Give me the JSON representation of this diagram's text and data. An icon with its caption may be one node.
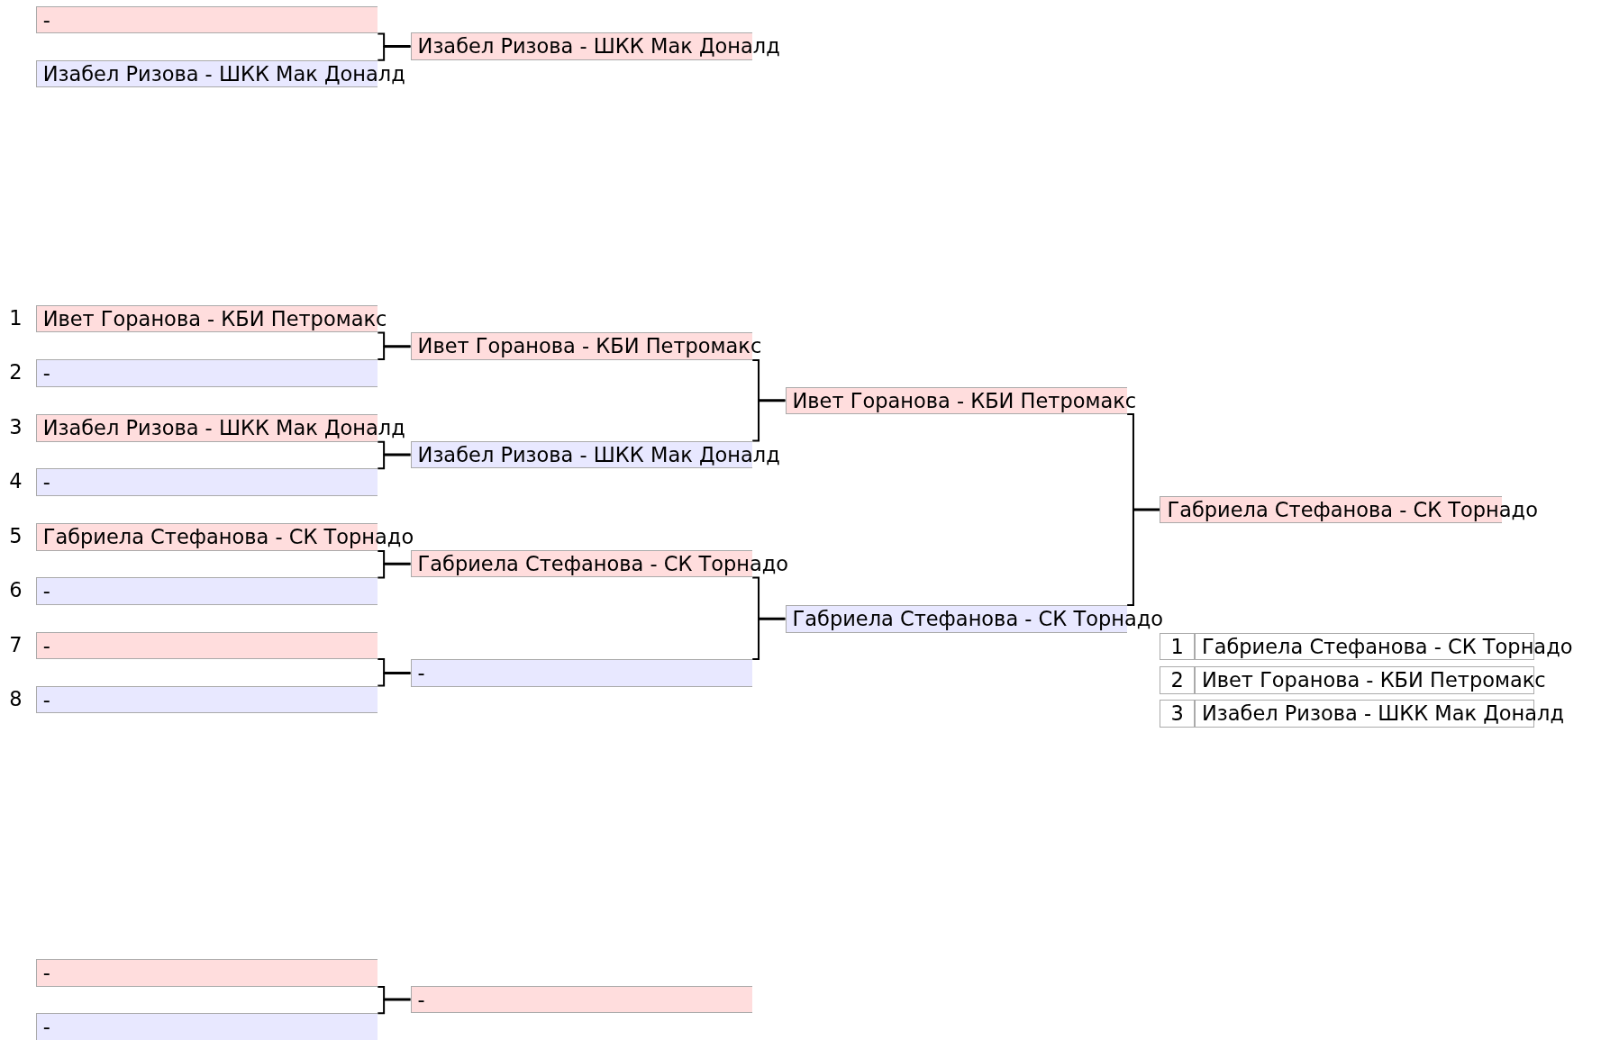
{
  "diagram": {
    "nodes": [
      {
        "text": [
          "-"
        ]
      },
      {
        "text": [
          "Изабел Ризова - ШКК Мак Доналд"
        ]
      },
      {
        "text": [
          "Изабел Ризова - ШКК Мак Доналд"
        ]
      },
      {
        "text": [
          "Ивет Горанова - КБИ Петромакс"
        ],
        "beside": [
          "1"
        ]
      },
      {
        "text": [
          "-"
        ],
        "beside": [
          "2"
        ]
      },
      {
        "text": [
          "Изабел Ризова - ШКК Мак Доналд"
        ],
        "beside": [
          "3"
        ]
      },
      {
        "text": [
          "-"
        ],
        "beside": [
          "4"
        ]
      },
      {
        "text": [
          "Габриела Стефанова - СК Торнадо"
        ],
        "beside": [
          "5"
        ]
      },
      {
        "text": [
          "-"
        ],
        "beside": [
          "6"
        ]
      },
      {
        "text": [
          "-"
        ],
        "beside": [
          "7"
        ]
      },
      {
        "text": [
          "-"
        ],
        "beside": [
          "8"
        ]
      },
      {
        "text": [
          "Ивет Горанова - КБИ Петромакс"
        ]
      },
      {
        "text": [
          "Изабел Ризова - ШКК Мак Доналд"
        ]
      },
      {
        "text": [
          "Габриела Стефанова - СК Торнадо"
        ]
      },
      {
        "text": [
          "-"
        ]
      },
      {
        "text": [
          "Ивет Горанова - КБИ Петромакс"
        ]
      },
      {
        "text": [
          "Габриела Стефанова - СК Торнадо"
        ]
      },
      {
        "text": [
          "Габриела Стефанова - СК Торнадо"
        ]
      },
      {
        "text": [
          "-"
        ]
      },
      {
        "text": [
          "-"
        ]
      },
      {
        "text": [
          "-"
        ]
      }
    ],
    "edges": [
      {
        "from": 0,
        "to": 2,
        "arrow": "none"
      },
      {
        "from": 1,
        "to": 2,
        "arrow": "none"
      },
      {
        "from": 3,
        "to": 11,
        "arrow": "none"
      },
      {
        "from": 4,
        "to": 11,
        "arrow": "none"
      },
      {
        "from": 5,
        "to": 12,
        "arrow": "none"
      },
      {
        "from": 6,
        "to": 12,
        "arrow": "none"
      },
      {
        "from": 11,
        "to": 15,
        "arrow": "none"
      },
      {
        "from": 12,
        "to": 15,
        "arrow": "none"
      },
      {
        "from": 7,
        "to": 13,
        "arrow": "none"
      },
      {
        "from": 8,
        "to": 13,
        "arrow": "none"
      },
      {
        "from": 9,
        "to": 14,
        "arrow": "none"
      },
      {
        "from": 10,
        "to": 14,
        "arrow": "none"
      },
      {
        "from": 13,
        "to": 16,
        "arrow": "none"
      },
      {
        "from": 14,
        "to": 16,
        "arrow": "none"
      },
      {
        "from": 15,
        "to": 17,
        "arrow": "none"
      },
      {
        "from": 16,
        "to": 17,
        "arrow": "none"
      },
      {
        "from": 18,
        "to": 20,
        "arrow": "none"
      },
      {
        "from": 19,
        "to": 20,
        "arrow": "none"
      }
    ],
    "labels": [
      "1",
      "Габриела Стефанова - СК Торнадо",
      "2",
      "Ивет Горанова - КБИ Петромакс",
      "3",
      "Изабел Ризова - ШКК Мак Доналд"
    ]
  }
}
